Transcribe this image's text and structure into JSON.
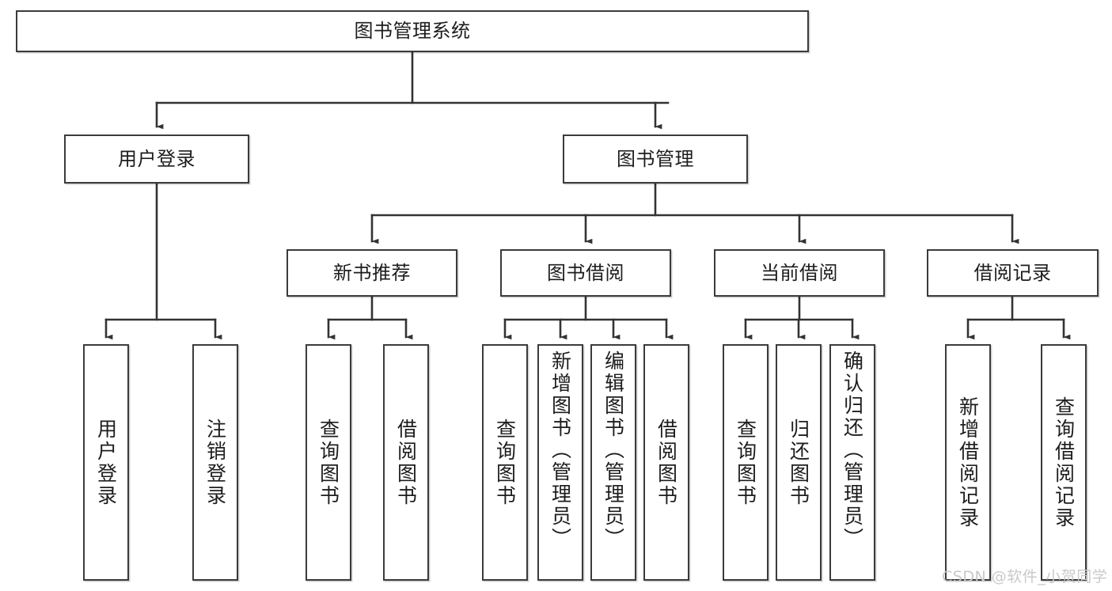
{
  "diagram": {
    "type": "tree-hierarchy",
    "title": "图书管理系统",
    "watermark": "CSDN @软件_小贺同学",
    "colors": {
      "box_border": "#3b3b3b",
      "box_fill": "#ffffff",
      "connector": "#333333",
      "text": "#1d1d1d",
      "watermark": "#c9c9c9"
    },
    "root": {
      "id": "root",
      "label": "图书管理系统"
    },
    "level1": [
      {
        "id": "n-user-login",
        "label": "用户登录"
      },
      {
        "id": "n-book-manage",
        "label": "图书管理"
      }
    ],
    "level2": [
      {
        "id": "n-new-book-rec",
        "label": "新书推荐",
        "parent": "n-book-manage"
      },
      {
        "id": "n-book-borrow",
        "label": "图书借阅",
        "parent": "n-book-manage"
      },
      {
        "id": "n-current-borrow",
        "label": "当前借阅",
        "parent": "n-book-manage"
      },
      {
        "id": "n-borrow-record",
        "label": "借阅记录",
        "parent": "n-book-manage"
      }
    ],
    "leaves": [
      {
        "id": "l-user-login",
        "label": "用户登录",
        "parent": "n-user-login"
      },
      {
        "id": "l-user-logout",
        "label": "注销登录",
        "parent": "n-user-login"
      },
      {
        "id": "l-rec-query-book",
        "label": "查询图书",
        "parent": "n-new-book-rec"
      },
      {
        "id": "l-rec-borrow-book",
        "label": "借阅图书",
        "parent": "n-new-book-rec"
      },
      {
        "id": "l-borrow-query-book",
        "label": "查询图书",
        "parent": "n-book-borrow"
      },
      {
        "id": "l-borrow-add-book",
        "label": "新增图书（管理员）",
        "parent": "n-book-borrow"
      },
      {
        "id": "l-borrow-edit-book",
        "label": "编辑图书（管理员）",
        "parent": "n-book-borrow"
      },
      {
        "id": "l-borrow-borrow-book",
        "label": "借阅图书",
        "parent": "n-book-borrow"
      },
      {
        "id": "l-cur-query-book",
        "label": "查询图书",
        "parent": "n-current-borrow"
      },
      {
        "id": "l-cur-return-book",
        "label": "归还图书",
        "parent": "n-current-borrow"
      },
      {
        "id": "l-cur-confirm-return",
        "label": "确认归还（管理员）",
        "parent": "n-current-borrow"
      },
      {
        "id": "l-rec-add-record",
        "label": "新增借阅记录",
        "parent": "n-borrow-record"
      },
      {
        "id": "l-rec-query-record",
        "label": "查询借阅记录",
        "parent": "n-borrow-record"
      }
    ]
  }
}
